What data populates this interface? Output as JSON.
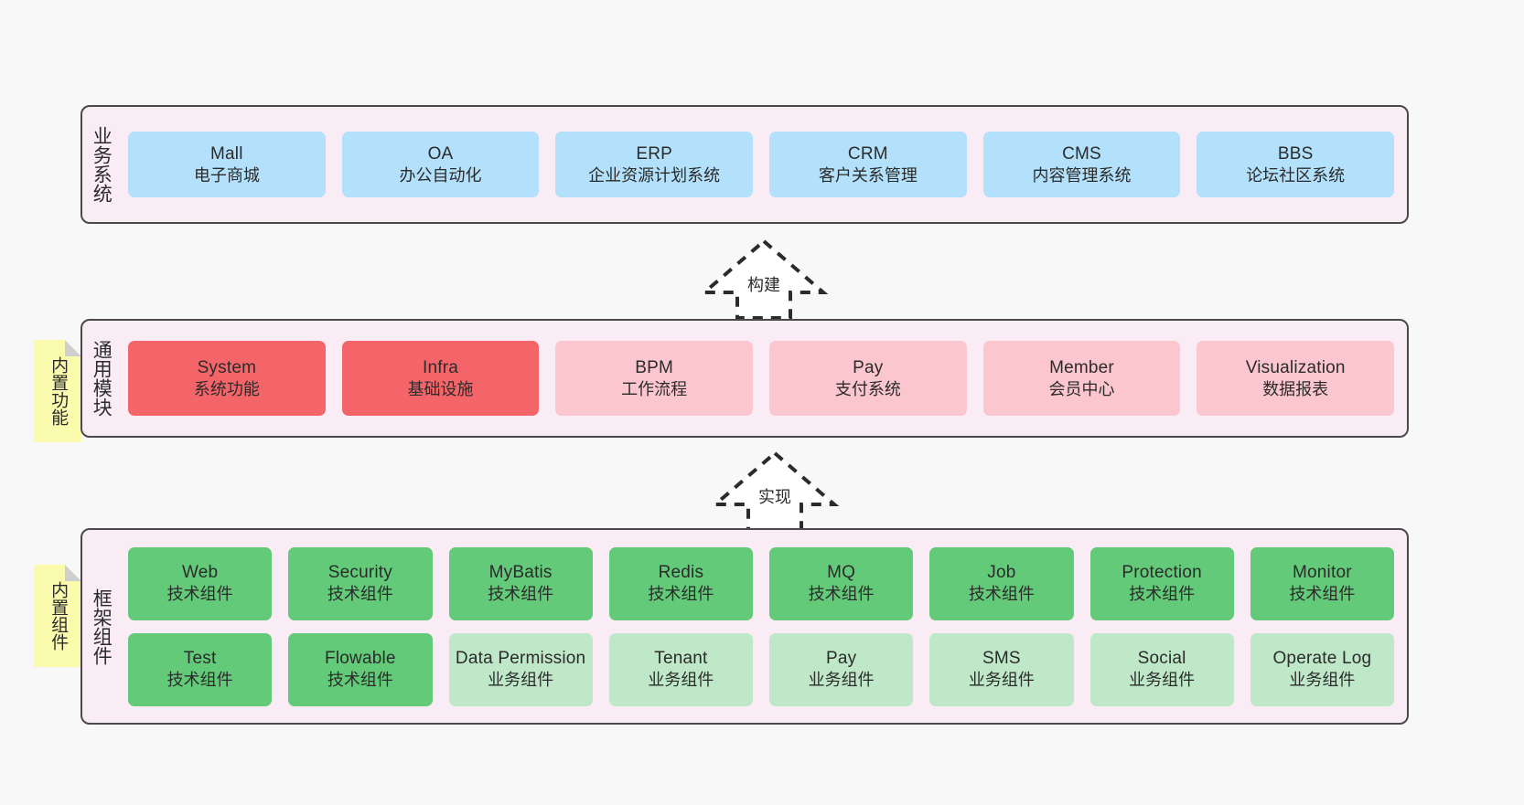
{
  "diagram": {
    "background_color": "#f8f8f8",
    "panel_color": "#f9ecf5",
    "border_color": "#4a4a4a",
    "sticky_color": "#fbfbad",
    "fold_color": "#cfcfcf"
  },
  "layers": [
    {
      "id": "business",
      "label": "业务系统",
      "sticky": null,
      "rows": [
        {
          "cards": [
            {
              "en": "Mall",
              "cn": "电子商城",
              "color": "#b3e0fb"
            },
            {
              "en": "OA",
              "cn": "办公自动化",
              "color": "#b3e0fb"
            },
            {
              "en": "ERP",
              "cn": "企业资源计划系统",
              "color": "#b3e0fb"
            },
            {
              "en": "CRM",
              "cn": "客户关系管理",
              "color": "#b3e0fb"
            },
            {
              "en": "CMS",
              "cn": "内容管理系统",
              "color": "#b3e0fb"
            },
            {
              "en": "BBS",
              "cn": "论坛社区系统",
              "color": "#b3e0fb"
            }
          ]
        }
      ]
    },
    {
      "id": "modules",
      "label": "通用模块",
      "sticky": "内置功能",
      "rows": [
        {
          "cards": [
            {
              "en": "System",
              "cn": "系统功能",
              "color": "#f4656a"
            },
            {
              "en": "Infra",
              "cn": "基础设施",
              "color": "#f4656a"
            },
            {
              "en": "BPM",
              "cn": "工作流程",
              "color": "#fbc6ce"
            },
            {
              "en": "Pay",
              "cn": "支付系统",
              "color": "#fbc6ce"
            },
            {
              "en": "Member",
              "cn": "会员中心",
              "color": "#fbc6ce"
            },
            {
              "en": "Visualization",
              "cn": "数据报表",
              "color": "#fbc6ce"
            }
          ]
        }
      ]
    },
    {
      "id": "frame",
      "label": "框架组件",
      "sticky": "内置组件",
      "rows": [
        {
          "cards": [
            {
              "en": "Web",
              "cn": "技术组件",
              "color": "#62ca78"
            },
            {
              "en": "Security",
              "cn": "技术组件",
              "color": "#62ca78"
            },
            {
              "en": "MyBatis",
              "cn": "技术组件",
              "color": "#62ca78"
            },
            {
              "en": "Redis",
              "cn": "技术组件",
              "color": "#62ca78"
            },
            {
              "en": "MQ",
              "cn": "技术组件",
              "color": "#62ca78"
            },
            {
              "en": "Job",
              "cn": "技术组件",
              "color": "#62ca78"
            },
            {
              "en": "Protection",
              "cn": "技术组件",
              "color": "#62ca78"
            },
            {
              "en": "Monitor",
              "cn": "技术组件",
              "color": "#62ca78"
            }
          ]
        },
        {
          "cards": [
            {
              "en": "Test",
              "cn": "技术组件",
              "color": "#62ca78"
            },
            {
              "en": "Flowable",
              "cn": "技术组件",
              "color": "#62ca78"
            },
            {
              "en": "Data Permission",
              "cn": "业务组件",
              "color": "#bfe8c8"
            },
            {
              "en": "Tenant",
              "cn": "业务组件",
              "color": "#bfe8c8"
            },
            {
              "en": "Pay",
              "cn": "业务组件",
              "color": "#bfe8c8"
            },
            {
              "en": "SMS",
              "cn": "业务组件",
              "color": "#bfe8c8"
            },
            {
              "en": "Social",
              "cn": "业务组件",
              "color": "#bfe8c8"
            },
            {
              "en": "Operate Log",
              "cn": "业务组件",
              "color": "#bfe8c8"
            }
          ]
        }
      ]
    }
  ],
  "arrows": [
    {
      "id": "build",
      "label": "构建",
      "direction": "up"
    },
    {
      "id": "impl",
      "label": "实现",
      "direction": "up"
    }
  ]
}
